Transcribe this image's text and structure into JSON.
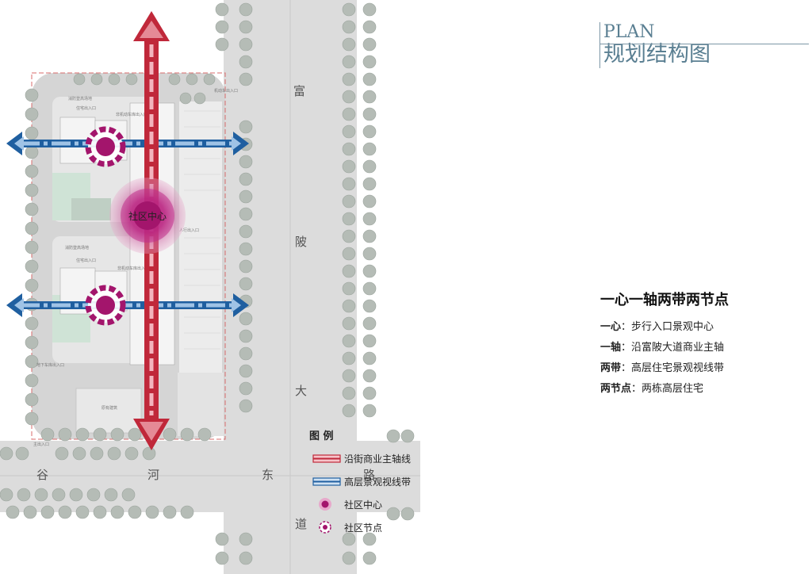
{
  "header": {
    "title_en": "PLAN",
    "title_cn": "规划结构图"
  },
  "summary": {
    "title": "一心一轴两带两节点",
    "items": [
      {
        "term": "一心",
        "desc": "：步行入口景观中心"
      },
      {
        "term": "一轴",
        "desc": "：沿富陂大道商业主轴"
      },
      {
        "term": "两带",
        "desc": "：高层住宅景观视线带"
      },
      {
        "term": "两节点",
        "desc": "：两栋高层住宅"
      }
    ]
  },
  "map": {
    "road_vertical_chars": [
      "富",
      "陂",
      "大",
      "道"
    ],
    "road_horizontal_chars": [
      "谷",
      "河",
      "东",
      "路"
    ],
    "center_label": "社区中心",
    "small_labels": {
      "a": "机动车出入口",
      "b": "消防登高场地",
      "c": "住宅出入口",
      "d": "非机动车库出入口",
      "e": "人行出入口",
      "f": "消防登高场地",
      "g": "住宅出入口",
      "h": "非机动车库出入口",
      "i": "地下车库出入口",
      "j": "原有建筑",
      "k": "主出入口"
    },
    "colors": {
      "commercial_axis": "#c0283a",
      "landscape_band": "#1f5fa0",
      "community_center": "#a3156c",
      "community_node": "#a3156c"
    }
  },
  "legend": {
    "title": "图 例",
    "items": [
      {
        "label": "沿街商业主轴线",
        "icon": "red-axis-line-icon"
      },
      {
        "label": "高层景观视线带",
        "icon": "blue-band-line-icon"
      },
      {
        "label": "社区中心",
        "icon": "community-center-icon"
      },
      {
        "label": "社区节点",
        "icon": "community-node-icon"
      }
    ]
  }
}
